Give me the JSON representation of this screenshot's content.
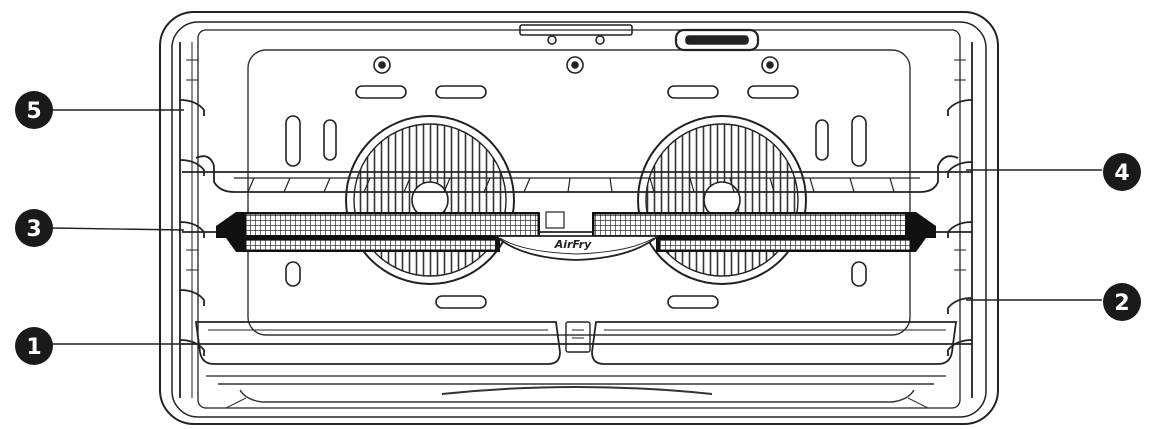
{
  "colors": {
    "line": "#222222",
    "line_light": "#555555",
    "badge_fill": "#1a1a1a",
    "badge_text": "#ffffff",
    "basket_mesh": "#111111"
  },
  "diagram": {
    "subject": "oven interior front view with rack shelf positions",
    "brand_label": "AirFry",
    "callouts": [
      {
        "id": "1",
        "label": "1",
        "side": "left"
      },
      {
        "id": "2",
        "label": "2",
        "side": "right"
      },
      {
        "id": "3",
        "label": "3",
        "side": "left"
      },
      {
        "id": "4",
        "label": "4",
        "side": "right"
      },
      {
        "id": "5",
        "label": "5",
        "side": "left"
      }
    ]
  }
}
